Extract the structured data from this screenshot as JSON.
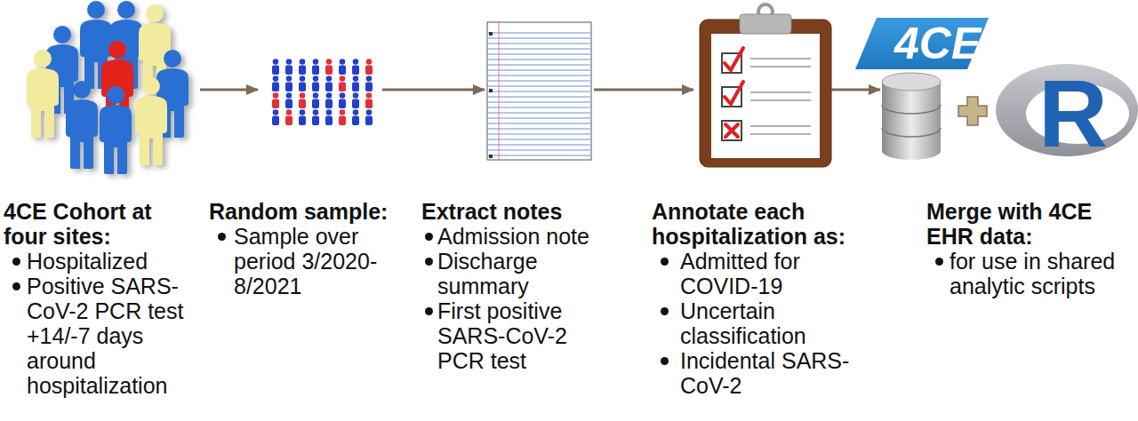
{
  "diagram": {
    "nodes": [
      {
        "text": [
          "4CE Cohort at four sites:",
          "Hospitalized",
          "Positive SARS-CoV-2 PCR test +14/-7 days around hospitalization"
        ]
      },
      {
        "text": [
          "Random sample:",
          "Sample over period 3/2020-8/2021"
        ]
      },
      {
        "text": [
          "Extract notes",
          "Admission note",
          "Discharge summary",
          "First positive SARS-CoV-2 PCR test"
        ]
      },
      {
        "text": [
          "Annotate each hospitalization as:",
          "Admitted for COVID-19",
          "Uncertain classification",
          "Incidental SARS-CoV-2"
        ]
      },
      {
        "text": [
          "Merge with 4CE EHR data:",
          "for use in shared analytic scripts"
        ]
      }
    ],
    "edges": [
      {
        "from": 0,
        "to": 1,
        "arrow": "to"
      },
      {
        "from": 1,
        "to": 2,
        "arrow": "to"
      },
      {
        "from": 2,
        "to": 3,
        "arrow": "to"
      },
      {
        "from": 3,
        "to": 4,
        "arrow": "to"
      }
    ],
    "labels": [
      "4CE",
      "R"
    ]
  }
}
